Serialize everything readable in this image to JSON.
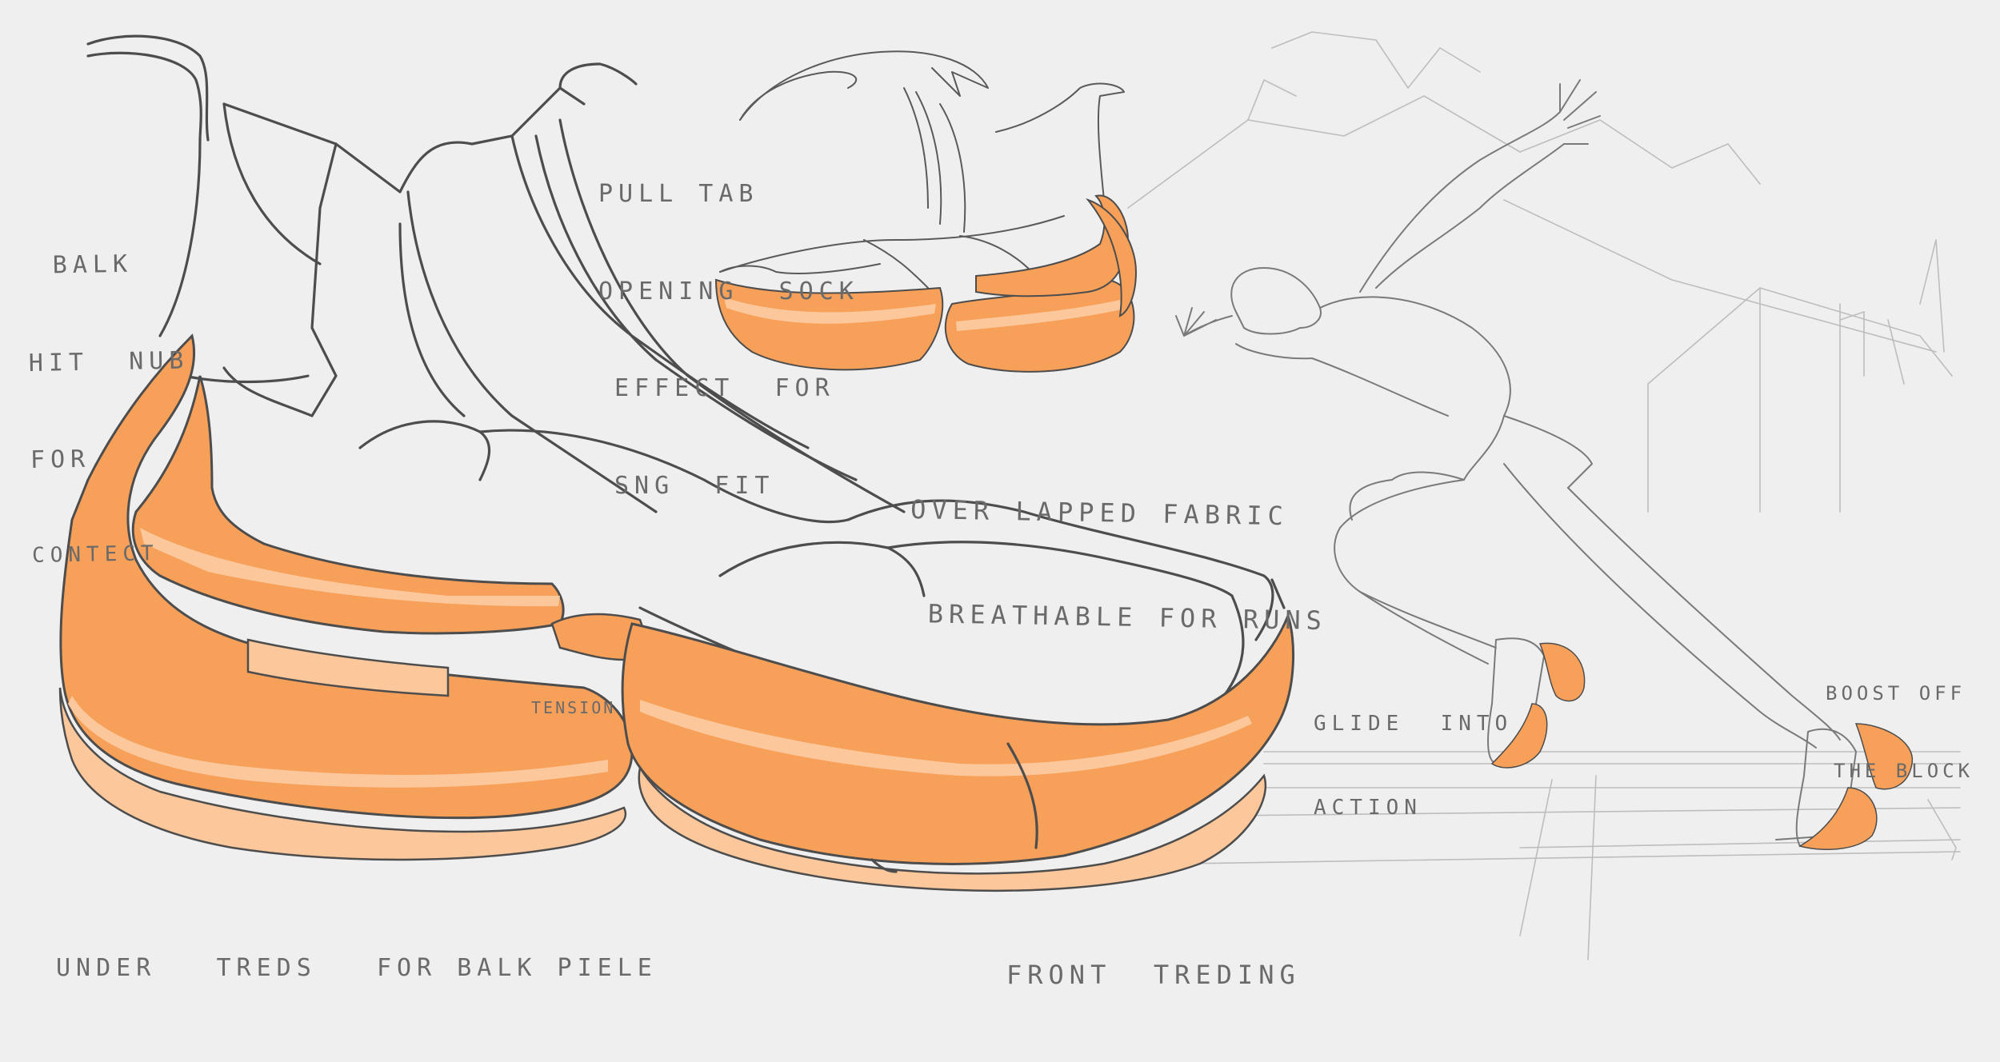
{
  "colors": {
    "background": "#efefef",
    "sole_accent": "#f7a05a",
    "sole_accent_light": "#fcc89b",
    "ink": "#4d4d4d",
    "background_sketch": "#bdbdbd"
  },
  "annotations": {
    "back_hit_nub": [
      "BALK",
      "HIT  NUB",
      "FOR",
      "CONTECT"
    ],
    "pull_tab": [
      "PULL TAB",
      "OPENING  SOCK",
      "EFFECT  FOR",
      "SNG  FIT"
    ],
    "overlapped_fabric": [
      "OVER LAPPED FABRIC",
      "BREATHABLE FOR RUNS"
    ],
    "tension": "TENSION",
    "glide": [
      "GLIDE  INTO",
      "ACTION"
    ],
    "boost": [
      "BOOST OFF",
      "THE BLOCK"
    ],
    "under_treds": "UNDER   TREDS   FOR BALK PIELE",
    "front_treding": "FRONT  TREDING"
  }
}
